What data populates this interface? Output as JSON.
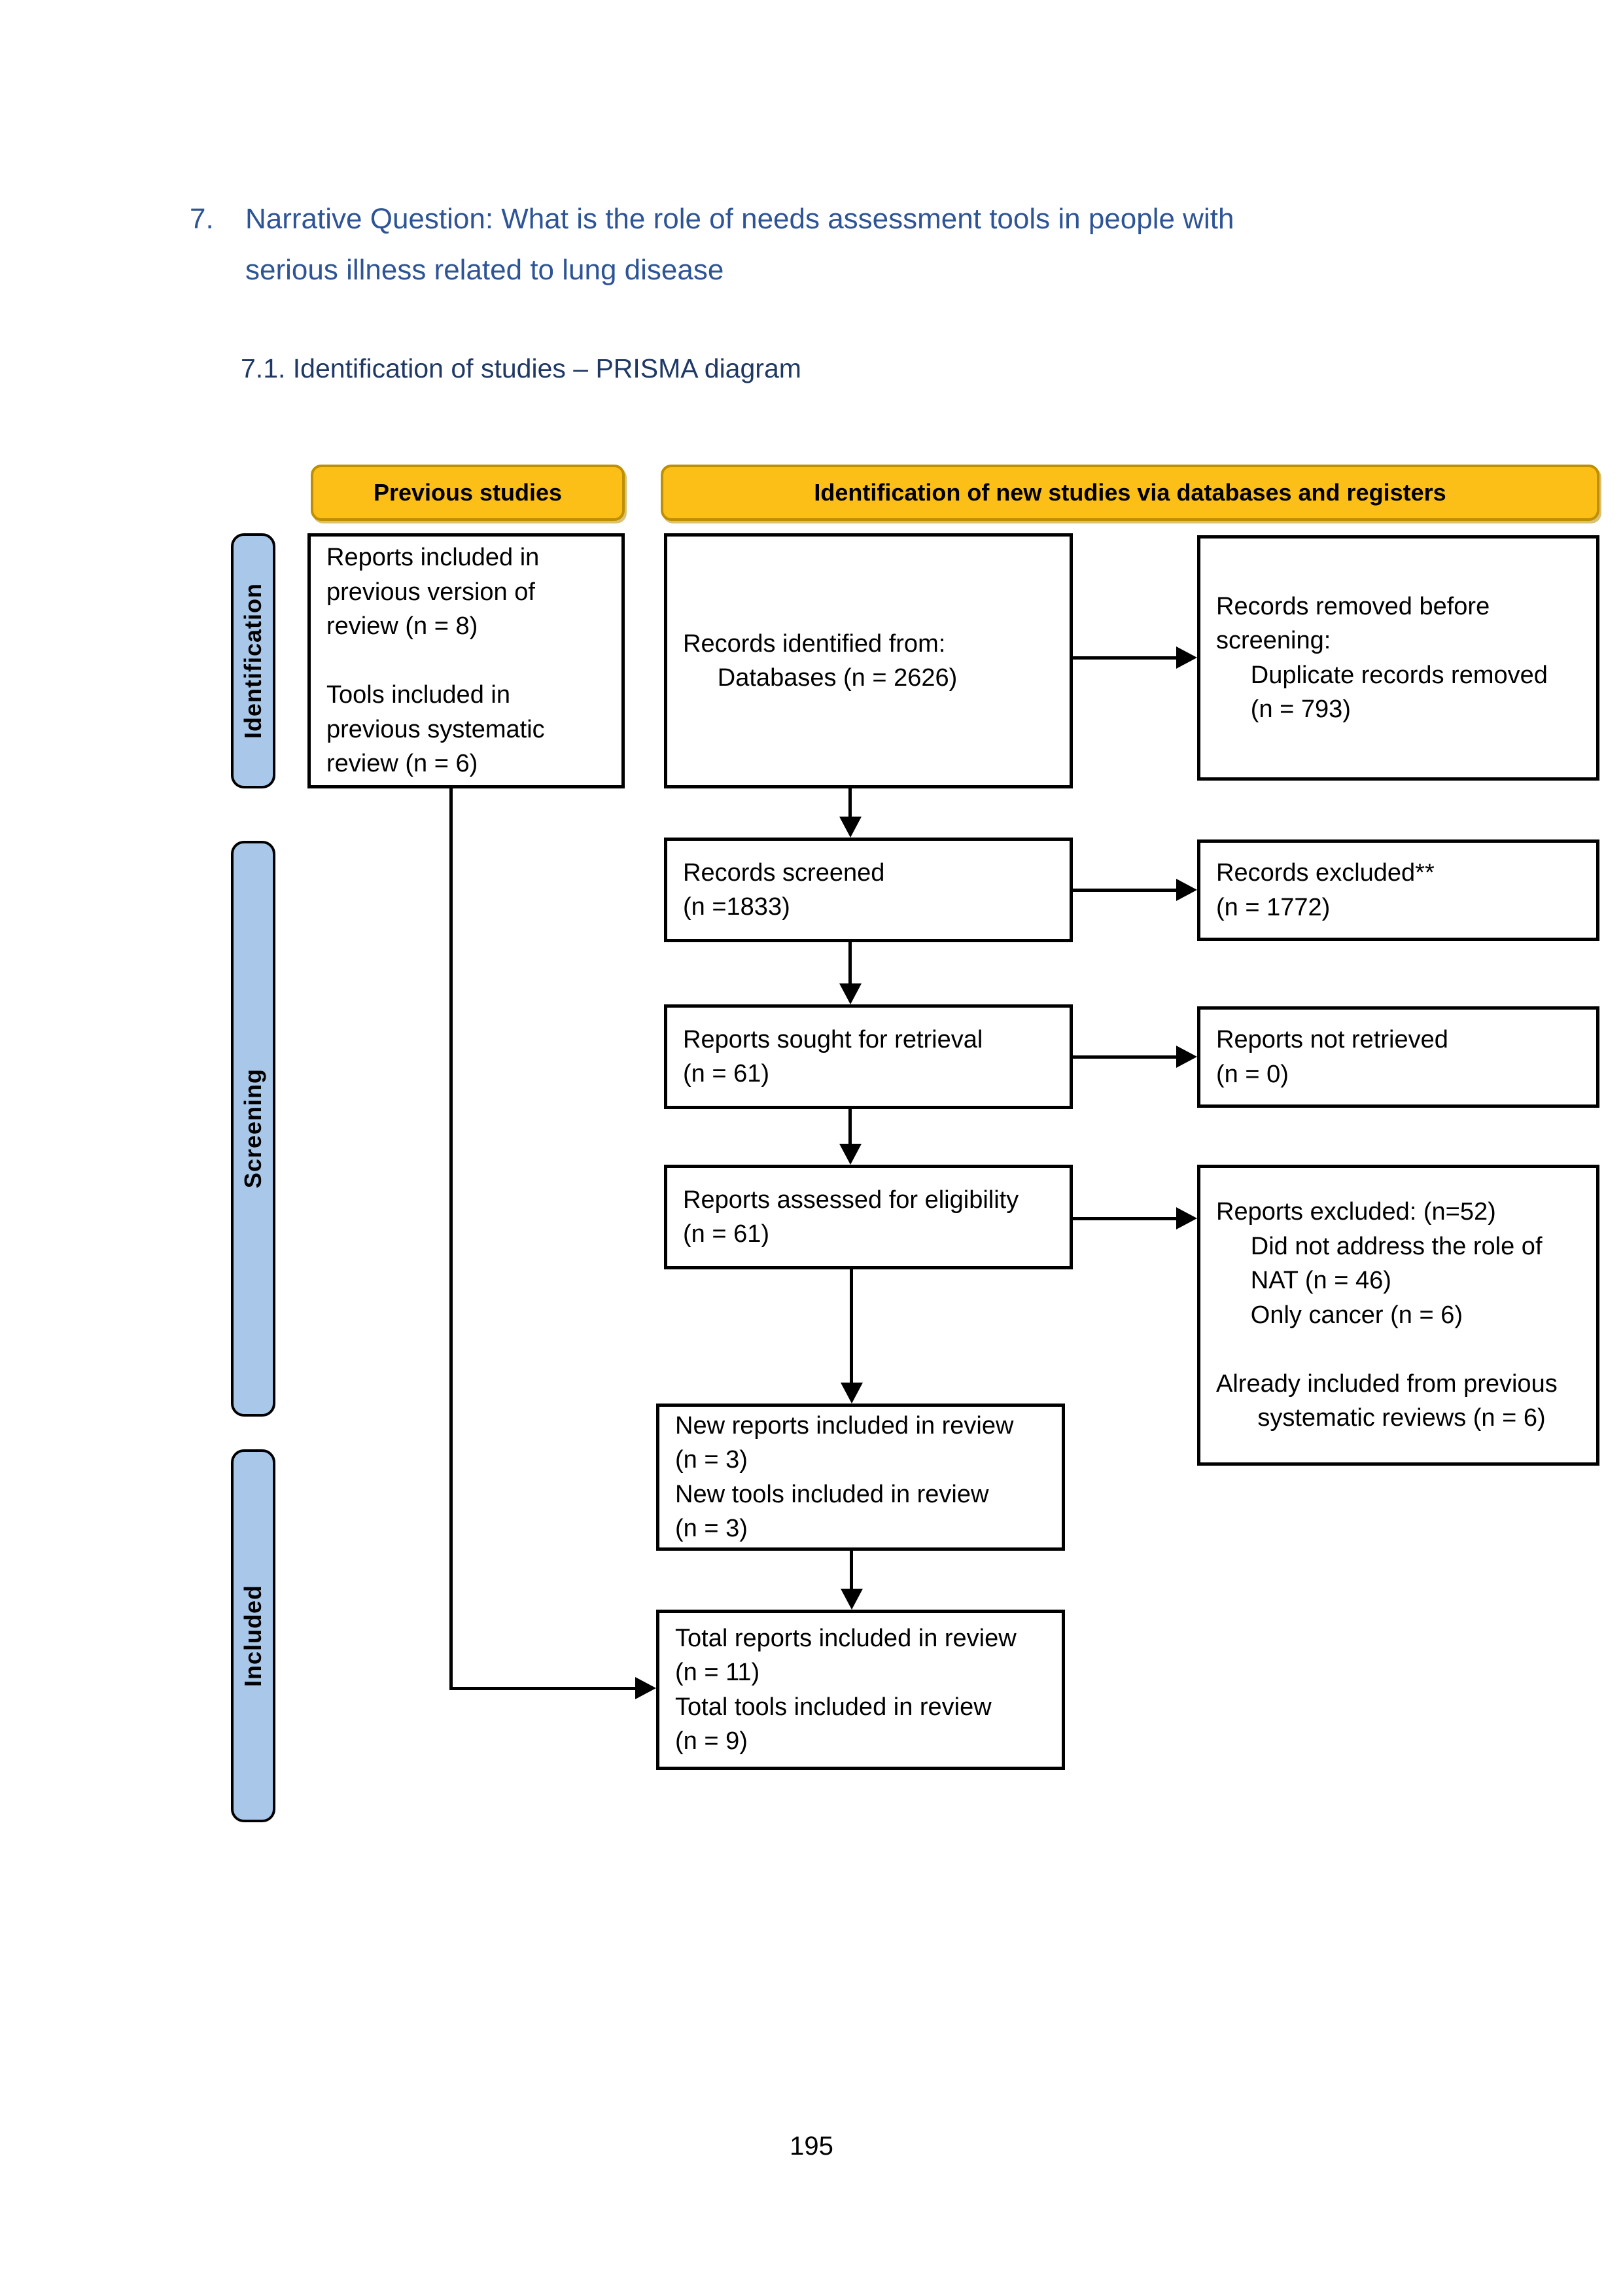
{
  "page": {
    "heading_number": "7.",
    "heading_line1": "Narrative Question: What is the role of needs assessment tools in people with",
    "heading_line2": "serious illness related to lung disease",
    "subheading": "7.1. Identification of studies – PRISMA diagram",
    "page_number": "195"
  },
  "colors": {
    "heading_blue": "#2E5496",
    "subheading_navy": "#1F3864",
    "header_orange": "#FCBF17",
    "header_orange_border": "#BE8F00",
    "stage_blue": "#A9C7E9"
  },
  "diagram": {
    "column_headers": {
      "previous": "Previous studies",
      "new_studies": "Identification of new studies via databases and registers"
    },
    "stages": {
      "identification": "Identification",
      "screening": "Screening",
      "included": "Included"
    },
    "boxes": {
      "previous_reports": "Reports included in\nprevious version of\nreview (n = 8)\n\nTools included in\nprevious systematic\nreview (n = 6)",
      "records_identified": "Records identified from:\n     Databases (n = 2626)",
      "records_removed": "Records removed before\nscreening:\n     Duplicate records removed\n     (n = 793)",
      "records_screened": "Records screened\n(n =1833)",
      "records_excluded": "Records excluded**\n(n = 1772)",
      "reports_sought": "Reports sought for retrieval\n(n = 61)",
      "reports_not_retrieved": "Reports not retrieved\n(n = 0)",
      "reports_assessed": "Reports assessed for eligibility\n(n = 61)",
      "reports_excluded_detail": "Reports excluded: (n=52)\n     Did not address the role of\n     NAT (n = 46)\n     Only cancer (n = 6)\n\nAlready included from previous\n      systematic reviews (n = 6)",
      "new_included": "New reports included in review\n(n = 3)\nNew tools included in review\n(n = 3)",
      "total_included": "Total reports included in review\n(n = 11)\nTotal tools included in review\n(n = 9)"
    }
  }
}
